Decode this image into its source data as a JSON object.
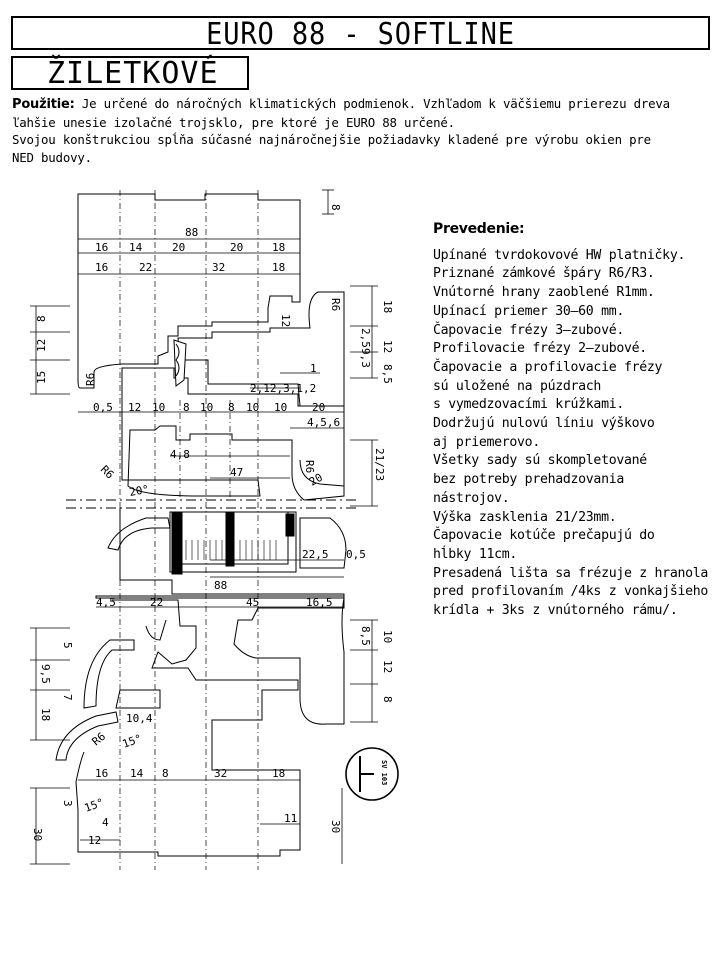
{
  "title": "EURO 88 - SOFTLINE",
  "subtitle": "ŽILETKOVÉ",
  "intro": {
    "label": "Použitie:",
    "line1": " Je určené do náročných klimatických podmienok. Vzhľadom k väčšiemu prierezu dreva",
    "line2": "ľahšie unesie izolačné trojsklo, pre ktoré je EURO 88 určené.",
    "line3": "Svojou konštrukciou spĺňa súčasné najnáročnejšie požiadavky kladené pre výrobu okien pre",
    "line4": "NED budovy."
  },
  "spec": {
    "header": "Prevedenie:",
    "lines": [
      "Upínané tvrdokovové HW platničky.",
      "Priznané zámkové špáry R6/R3.",
      "Vnútorné hrany zaoblené R1mm.",
      "Upínací priemer 30–60 mm.",
      "Čapovacie frézy 3–zubové.",
      "Profilovacie frézy 2–zubové.",
      "Čapovacie a profilovacie frézy",
      "sú uložené na púzdrach",
      "s vymedzovacími krúžkami.",
      "Dodržujú nulovú líniu výškovo",
      "aj priemerovo.",
      "Všetky sady sú skompletované",
      "bez potreby prehadzovania",
      "nástrojov.",
      "Výška zasklenia 21/23mm.",
      "Čapovacie kotúče prečapujú do",
      "hĺbky 11cm.",
      "Presadená lišta sa frézuje z hranola",
      "pred profilovaním /4ks z vonkajšieho",
      "krídla + 3ks z vnútorného rámu/."
    ]
  },
  "dims": {
    "d8": "8",
    "d88a": "88",
    "row1": [
      "16",
      "14",
      "20",
      "20",
      "18"
    ],
    "row2": [
      "16",
      "22",
      "32",
      "18"
    ],
    "r6a": "R6",
    "r6b": "R6",
    "r6c": "R6",
    "r6d": "R6",
    "r6e": "R6",
    "right_top": [
      "18",
      "2,5",
      "9,3",
      "12",
      "8,5"
    ],
    "left_top": [
      "8",
      "12",
      "15"
    ],
    "d12v": "12",
    "d1": "1",
    "mid_row": "2,12,3,1,2",
    "row3": [
      "0,5",
      "12",
      "10",
      "8",
      "10",
      "8",
      "10",
      "10",
      "20"
    ],
    "d4_5_6": "4,5,6",
    "d4_8": "4,8",
    "d47": "47",
    "d2123": "21/23",
    "deg20": "20°",
    "d20": "20",
    "d225": "22,5",
    "d05": "0,5",
    "d88b": "88",
    "row4": [
      "4,5",
      "22",
      "45",
      "16,5"
    ],
    "right_bot": [
      "10",
      "8,5",
      "12",
      "8"
    ],
    "left_bot": [
      "5",
      "9,5",
      "7",
      "18"
    ],
    "d104": "10,4",
    "deg15a": "15°",
    "row5": [
      "16",
      "14",
      "8",
      "32",
      "18"
    ],
    "d3": "3",
    "deg15b": "15°",
    "d4": "4",
    "d12b": "12",
    "d30a": "30",
    "d11": "11",
    "d30b": "30",
    "stamp": "SV 103"
  },
  "colors": {
    "ink": "#000000",
    "paper": "#ffffff"
  }
}
